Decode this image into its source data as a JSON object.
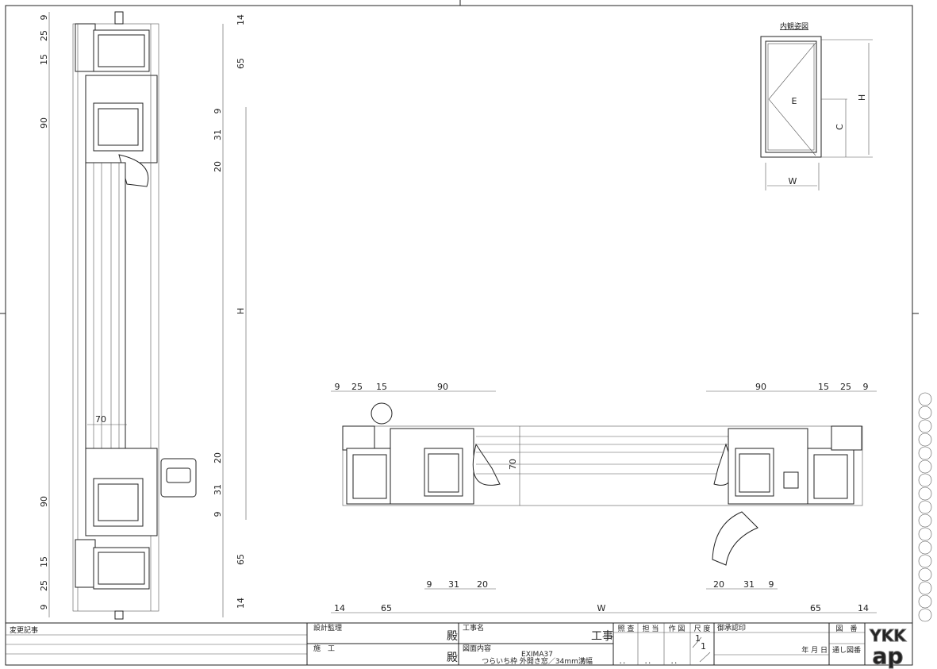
{
  "vertical_section": {
    "left_dims": [
      "9",
      "25",
      "15",
      "90",
      "90",
      "15",
      "25",
      "9"
    ],
    "glass_dim": "70",
    "right_dims": [
      "14",
      "65",
      "9",
      "31",
      "20",
      "H",
      "20",
      "31",
      "9",
      "65",
      "14"
    ]
  },
  "horizontal_section": {
    "top_left_dims": [
      "9",
      "25",
      "15",
      "90"
    ],
    "top_right_dims": [
      "90",
      "15",
      "25",
      "9"
    ],
    "glass_dim": "70",
    "bottom_inner_left": [
      "9",
      "31",
      "20"
    ],
    "bottom_inner_right": [
      "20",
      "31",
      "9"
    ],
    "bottom_overall": [
      "14",
      "65",
      "W",
      "65",
      "14"
    ]
  },
  "elevation": {
    "title": "内観姿図",
    "sash_label": "E",
    "height_label": "H",
    "handle_height_label": "C",
    "width_label": "W"
  },
  "title_block": {
    "revision_label": "変更記事",
    "supervisor_label": "設計監理",
    "contractor_label": "施　工",
    "honorific": "殿",
    "project_label": "工事名",
    "project_suffix": "工事",
    "drawing_content_label": "図面内容",
    "product": "EXIMA37",
    "description": "つらいち枠 外開き窓／34mm溝幅",
    "check_label": "照 査",
    "charge_label": "担 当",
    "drawn_label": "作 図",
    "scale_label": "尺 度",
    "scale_num": "1",
    "scale_den": "1",
    "approval_label": "御承認印",
    "date_label": "年 月 日",
    "drawing_no_label": "図　番",
    "serial_no_label": "通し図番",
    "dots": "．．",
    "logo_top": "YKK",
    "logo_bottom": "ap"
  }
}
